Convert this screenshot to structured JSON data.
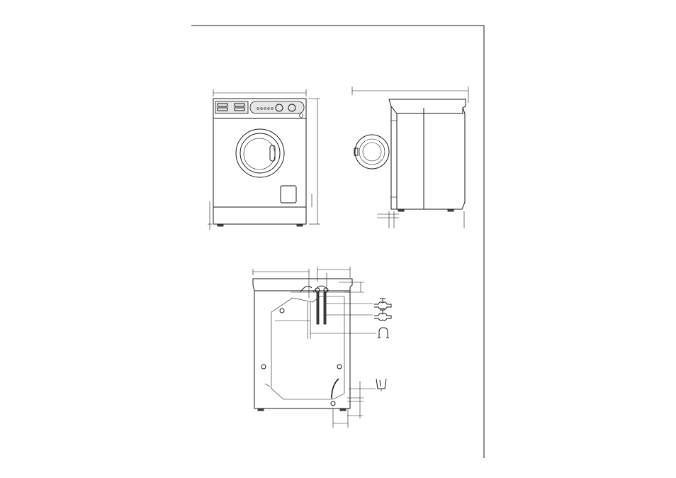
{
  "figures": [
    {
      "id": "front-view",
      "labels": []
    },
    {
      "id": "side-view",
      "labels": []
    },
    {
      "id": "rear-view",
      "labels": []
    }
  ],
  "icons": [
    "water-tap-icon",
    "water-tap-icon",
    "drain-hose-hook-icon",
    "drain-standpipe-icon"
  ]
}
